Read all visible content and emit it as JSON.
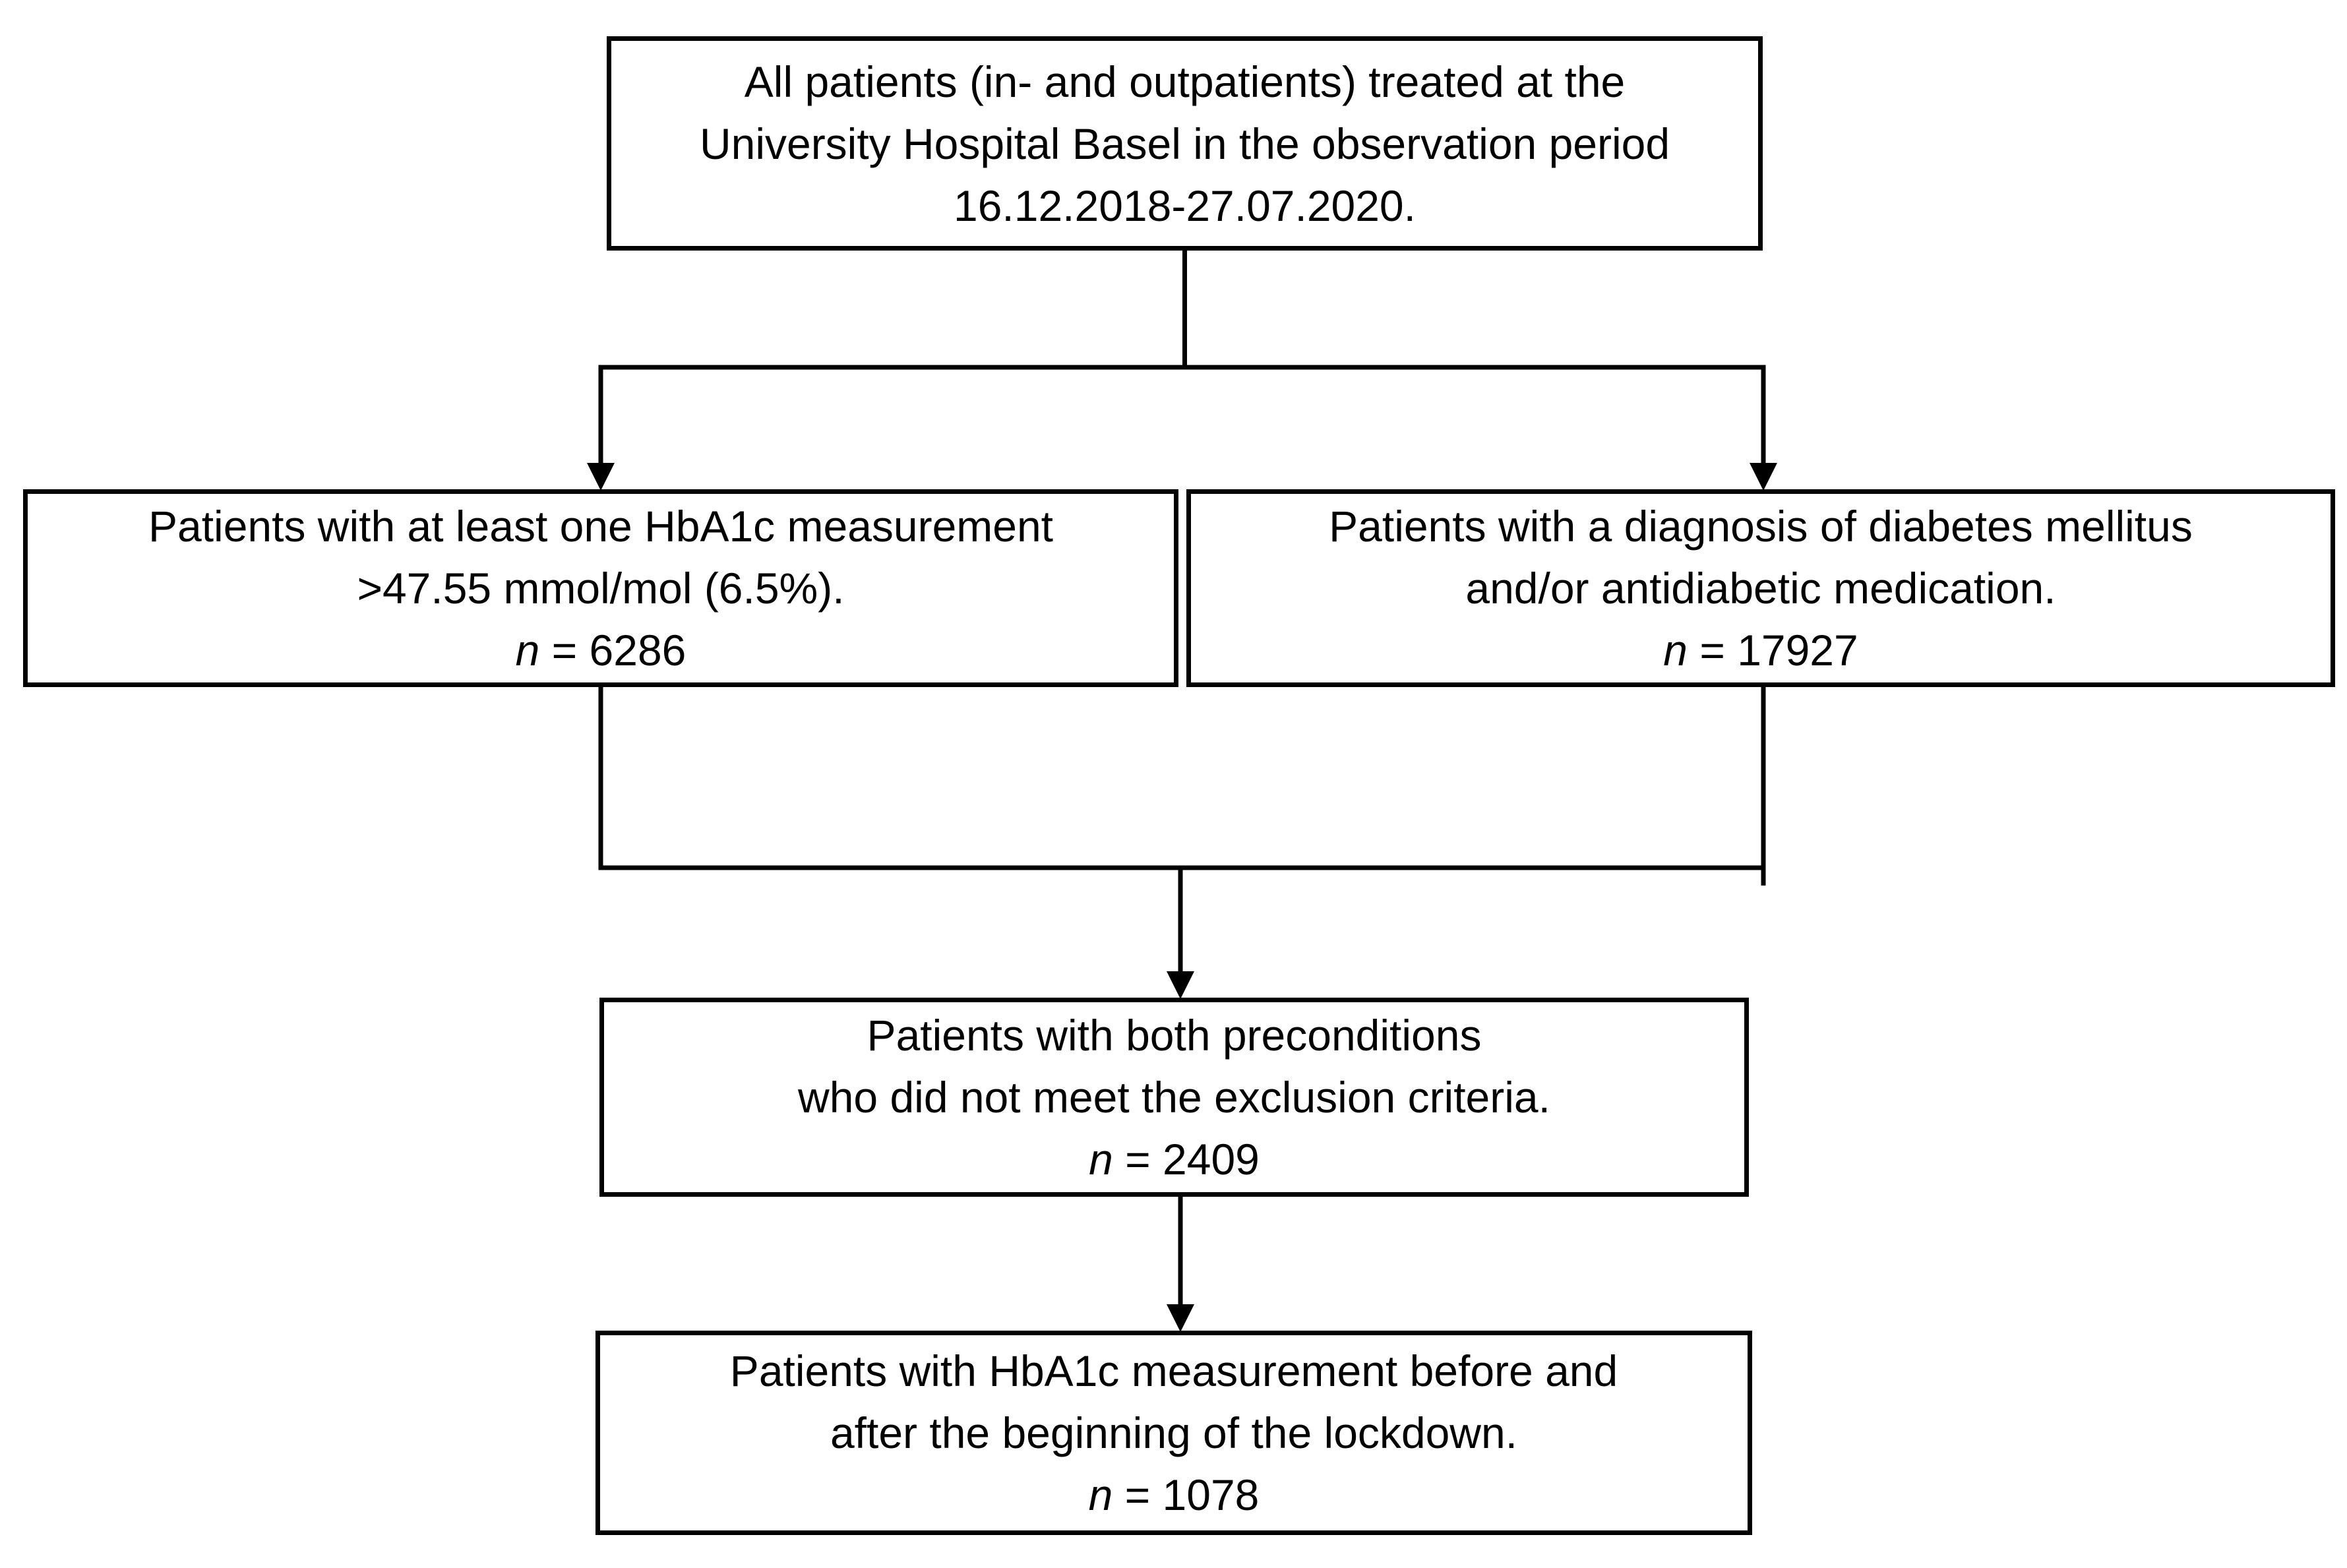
{
  "figure": {
    "type": "flowchart",
    "background_color": "#ffffff",
    "line_color": "#000000",
    "boxes": {
      "population": {
        "line1": "All patients (in- and outpatients) treated at the",
        "line2": "University Hospital Basel in the observation period",
        "line3": "16.12.2018-27.07.2020."
      },
      "hba1c": {
        "line1": "Patients with at least one HbA1c measurement",
        "line2": ">47.55 mmol/mol (6.5%).",
        "n_symbol": "n",
        "n_value": "= 6286"
      },
      "diagnosis": {
        "line1": "Patients with a diagnosis of diabetes mellitus",
        "line2": "and/or antidiabetic medication.",
        "n_symbol": "n",
        "n_value": "= 17927"
      },
      "preconditions": {
        "line1": "Patients with both preconditions",
        "line2": "who did not meet the exclusion criteria.",
        "n_symbol": "n",
        "n_value": "= 2409"
      },
      "lockdown": {
        "line1": "Patients with HbA1c measurement before and",
        "line2": "after the beginning of the lockdown.",
        "n_symbol": "n",
        "n_value": "= 1078"
      }
    }
  }
}
